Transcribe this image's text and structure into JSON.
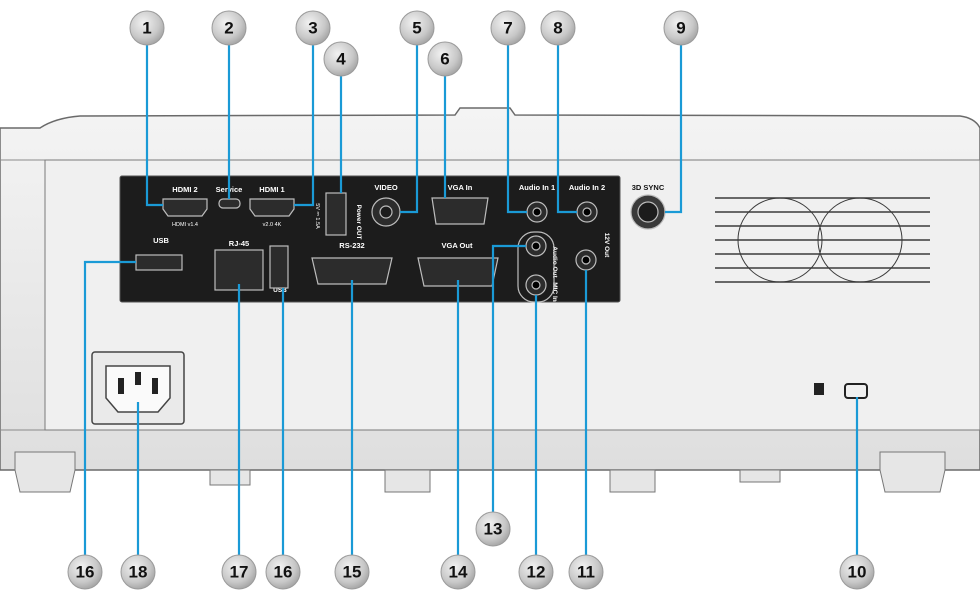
{
  "port_labels": {
    "hdmi2": "HDMI 2",
    "hdmi2_sub": "HDMI v1.4",
    "service": "Service",
    "hdmi1": "HDMI 1",
    "hdmi1_sub": "v2.0 4K",
    "power_out": "Power OUT",
    "power_rating": "5V ⎓ 1.5A",
    "video": "VIDEO",
    "vga_in": "VGA In",
    "audio_in1": "Audio In 1",
    "audio_in2": "Audio In 2",
    "sync3d": "3D SYNC",
    "usb_top": "USB",
    "rj45": "RJ-45",
    "usb_bottom": "USB",
    "rs232": "RS-232",
    "vga_out": "VGA Out",
    "audio_out": "Audio Out",
    "mic_in": "MIC In",
    "out12v": "12V Out"
  },
  "callouts": {
    "top": [
      "1",
      "2",
      "3",
      "4",
      "5",
      "6",
      "7",
      "8",
      "9"
    ],
    "bottom": [
      "16",
      "18",
      "17",
      "16",
      "15",
      "14",
      "13",
      "12",
      "11",
      "10"
    ]
  },
  "colors": {
    "callout_fill": "#c8c8c8",
    "leader": "#1a9ad6",
    "panel": "#1c1c1c",
    "body": "#eaeaea"
  }
}
